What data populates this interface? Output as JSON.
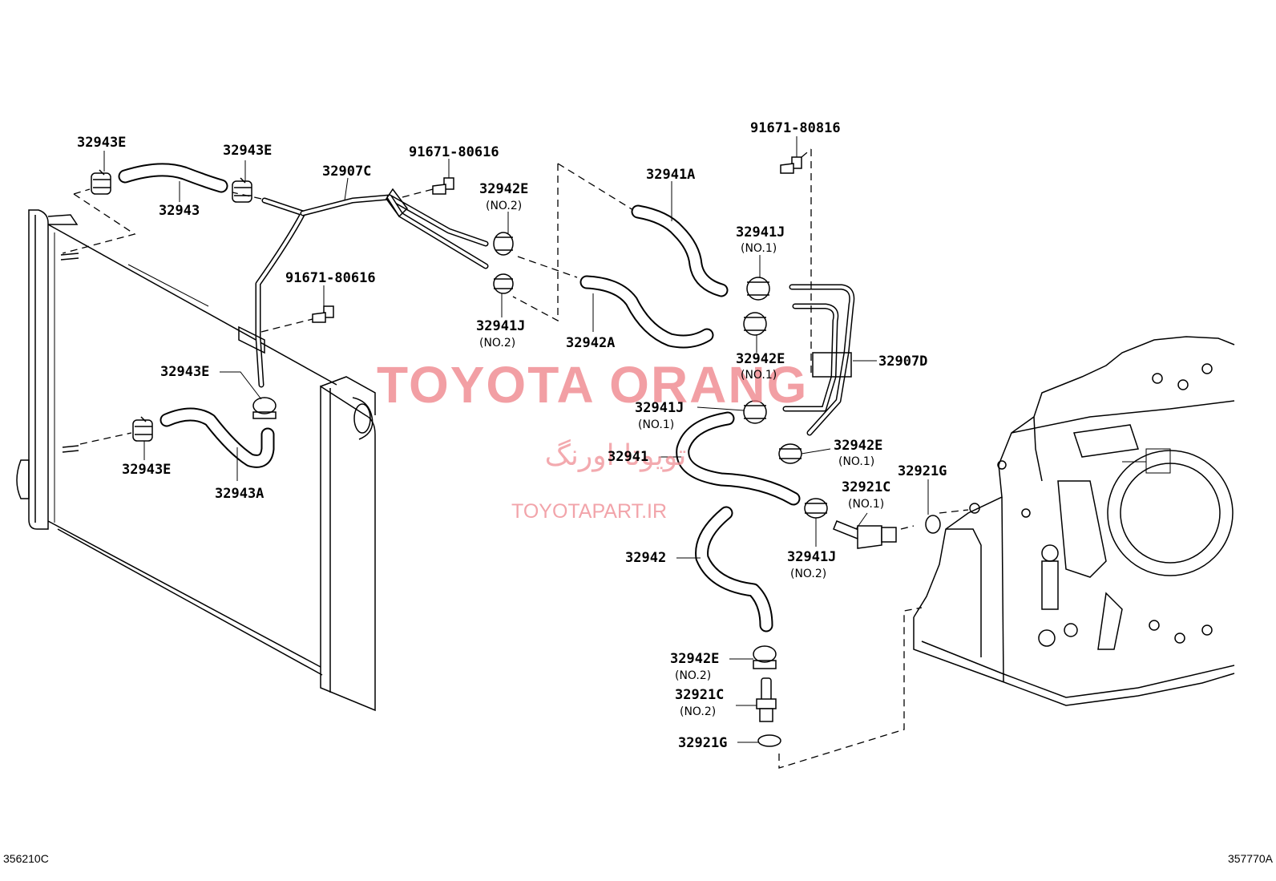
{
  "labels": {
    "l_32943E_a": "32943E",
    "l_32943": "32943",
    "l_32943E_b": "32943E",
    "l_32907C": "32907C",
    "l_91671_80616_a": "91671-80616",
    "l_32942E_top": "32942E",
    "l_32942E_top_no": "(NO.2)",
    "l_91671_80816": "91671-80816",
    "l_32941A": "32941A",
    "l_32941J_no1": "32941J",
    "l_32941J_no1_sub": "(NO.1)",
    "l_91671_80616_b": "91671-80616",
    "l_32941J_left": "32941J",
    "l_32941J_left_no": "(NO.2)",
    "l_32942A": "32942A",
    "l_32942E_no1": "32942E",
    "l_32942E_no1_sub": "(NO.1)",
    "l_32907D": "32907D",
    "l_32943E_c": "32943E",
    "l_32941J_mid": "32941J",
    "l_32941J_mid_no": "(NO.1)",
    "l_32941": "32941",
    "l_32942E_right": "32942E",
    "l_32942E_right_no": "(NO.1)",
    "l_32921G_r": "32921G",
    "l_32921C_top": "32921C",
    "l_32921C_top_no": "(NO.1)",
    "l_32943E_d": "32943E",
    "l_32943A": "32943A",
    "l_32942": "32942",
    "l_32941J_low": "32941J",
    "l_32941J_low_no": "(NO.2)",
    "l_32942E_bot": "32942E",
    "l_32942E_bot_no": "(NO.2)",
    "l_32921C_bot": "32921C",
    "l_32921C_bot_no": "(NO.2)",
    "l_32921G_bot": "32921G"
  },
  "corners": {
    "left_code": "356210C",
    "right_code": "357770A"
  },
  "watermark": {
    "brand": "TOYOTA ORANG",
    "farsi": "تویوتا اورنگ",
    "url": "TOYOTAPART.IR"
  },
  "colors": {
    "watermark": "#ee7f86",
    "line": "#000000",
    "background": "#ffffff"
  }
}
